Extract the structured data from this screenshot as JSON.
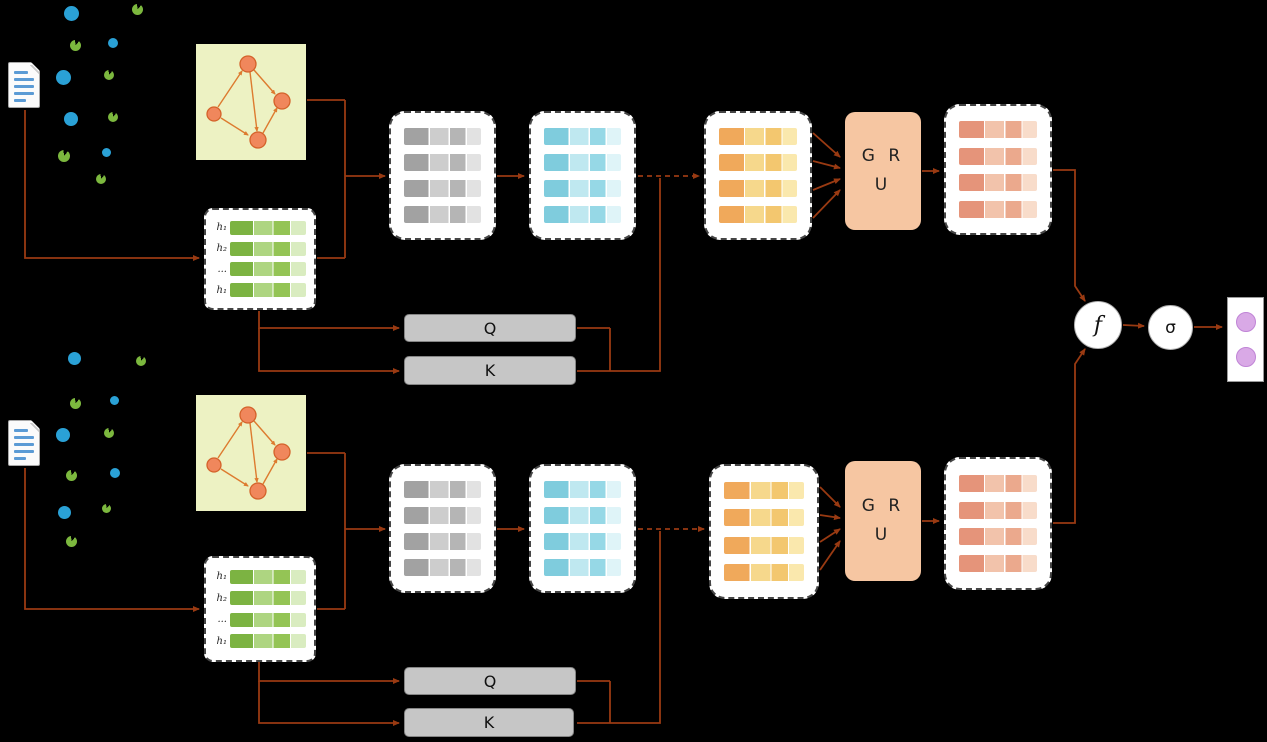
{
  "branches": [
    {
      "hidden_rows": [
        "h₁",
        "h₂",
        "...",
        "h₁"
      ],
      "q_label": "Q",
      "k_label": "K",
      "gru_label": "G R U"
    },
    {
      "hidden_rows": [
        "h₁",
        "h₂",
        "...",
        "h₁"
      ],
      "q_label": "Q",
      "k_label": "K",
      "gru_label": "G R U"
    }
  ],
  "fusion": {
    "f_label": "f",
    "sigma_label": "σ"
  },
  "output": {
    "dot_count": 2
  },
  "icons": {
    "document": "document-icon",
    "graph": "node-graph-icon",
    "tokens": "token-dots"
  },
  "colors": {
    "background": "#000000",
    "arrow": "#993a12",
    "graph_box_bg": "#edf2c3",
    "graph_node": "#f0875c",
    "hidden_bar_green": "#7cb342",
    "matrix_gray": "#a2a2a2",
    "matrix_blue": "#7fccdd",
    "matrix_yellow": "#f0a95b",
    "matrix_pink": "#e5947a",
    "gru_bg": "#f6c6a2",
    "qk_bg": "#c6c6c6",
    "output_dot": "#d9a9e6"
  }
}
